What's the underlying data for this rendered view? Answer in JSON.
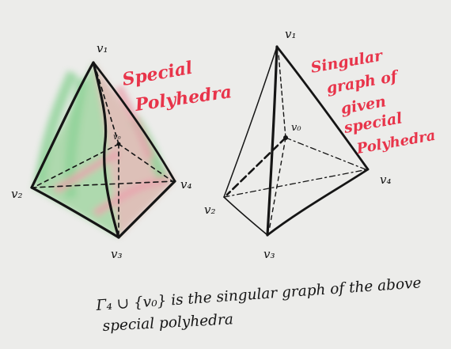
{
  "colors": {
    "background": "#ececea",
    "ink": "#151515",
    "annotation_red": "#e8344a",
    "fill_green": "#7fd08a",
    "fill_pink": "#e58a98",
    "fill_tan": "#d9bfa8"
  },
  "left_figure": {
    "label_line1": "Special",
    "label_line2": "Polyhedra",
    "vertices": {
      "v1": "v₁",
      "v2": "v₂",
      "v3": "v₃",
      "v4": "v₄",
      "v0": "v₀"
    }
  },
  "right_figure": {
    "label_lines": [
      "Singular",
      "graph of",
      "given",
      "special",
      "Polyhedra"
    ],
    "vertices": {
      "v1": "v₁",
      "v2": "v₂",
      "v3": "v₃",
      "v4": "v₄",
      "v0": "v₀"
    }
  },
  "caption": {
    "line1": "Γ₄ ∪ {v₀} is the singular graph of the above",
    "line2": "special polyhedra"
  }
}
